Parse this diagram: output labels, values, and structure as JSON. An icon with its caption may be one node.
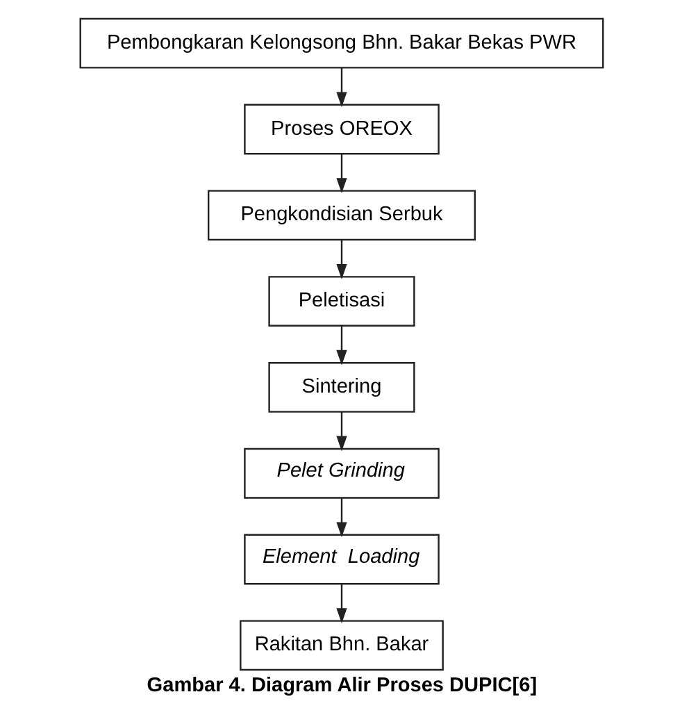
{
  "diagram": {
    "caption": "Gambar 4. Diagram Alir Proses DUPIC[6]",
    "nodes": [
      {
        "text": [
          "Pembongkaran Kelongsong Bhn. Bakar Bekas PWR"
        ]
      },
      {
        "text": [
          "Proses OREOX"
        ]
      },
      {
        "text": [
          "Pengkondisian Serbuk"
        ]
      },
      {
        "text": [
          "Peletisasi"
        ]
      },
      {
        "text": [
          "Sintering"
        ]
      },
      {
        "text": [
          "Pelet Grinding"
        ]
      },
      {
        "text": [
          "Element  Loading"
        ]
      },
      {
        "text": [
          "Rakitan Bhn. Bakar"
        ]
      }
    ],
    "edges": [
      {
        "from": 0,
        "to": 1,
        "arrow": "to"
      },
      {
        "from": 1,
        "to": 2,
        "arrow": "to"
      },
      {
        "from": 2,
        "to": 3,
        "arrow": "to"
      },
      {
        "from": 3,
        "to": 4,
        "arrow": "to"
      },
      {
        "from": 4,
        "to": 5,
        "arrow": "to"
      },
      {
        "from": 5,
        "to": 6,
        "arrow": "to"
      },
      {
        "from": 6,
        "to": 7,
        "arrow": "to"
      }
    ]
  }
}
